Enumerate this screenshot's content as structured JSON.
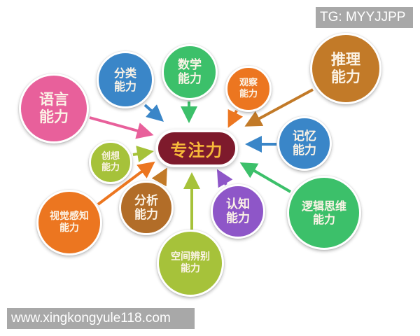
{
  "center": {
    "label": "专注力",
    "color": "#7e1a2c",
    "text_color": "#f7b93a"
  },
  "nodes": [
    {
      "id": "language",
      "line1": "语言",
      "line2": "能力",
      "color": "#e8609b"
    },
    {
      "id": "classification",
      "line1": "分类",
      "line2": "能力",
      "color": "#3a86c8"
    },
    {
      "id": "math",
      "line1": "数学",
      "line2": "能力",
      "color": "#3cc06a"
    },
    {
      "id": "observation",
      "line1": "观察",
      "line2": "能力",
      "color": "#ec7620"
    },
    {
      "id": "reasoning",
      "line1": "推理",
      "line2": "能力",
      "color": "#c27a28"
    },
    {
      "id": "memory",
      "line1": "记忆",
      "line2": "能力",
      "color": "#3a86c8"
    },
    {
      "id": "creativity",
      "line1": "创想",
      "line2": "能力",
      "color": "#a6c23a"
    },
    {
      "id": "visual-perception",
      "line1": "视觉感知",
      "line2": "能力",
      "color": "#ec7620"
    },
    {
      "id": "analysis",
      "line1": "分析",
      "line2": "能力",
      "color": "#b26d28"
    },
    {
      "id": "spatial",
      "line1": "空间辨别",
      "line2": "能力",
      "color": "#a6c23a"
    },
    {
      "id": "cognition",
      "line1": "认知",
      "line2": "能力",
      "color": "#8e56c8"
    },
    {
      "id": "logic",
      "line1": "逻辑思维",
      "line2": "能力",
      "color": "#3cc06a"
    }
  ],
  "watermarks": {
    "tg": "TG: MYYJJPP",
    "url": "www.xingkongyule118.com"
  }
}
